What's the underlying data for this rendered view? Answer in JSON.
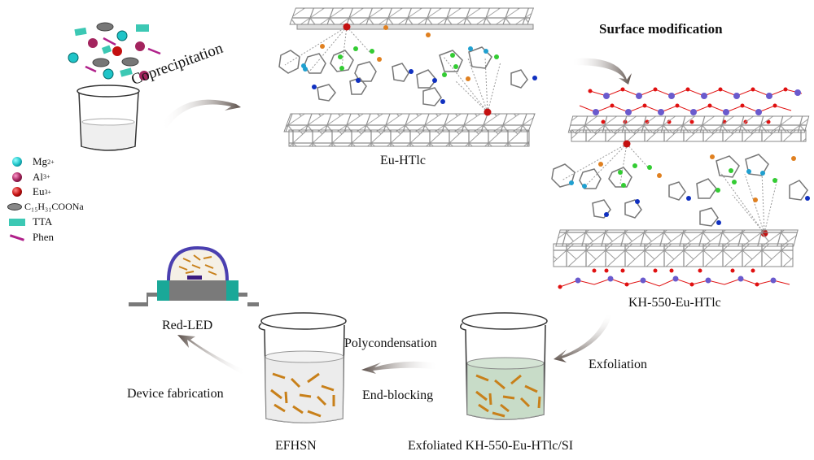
{
  "figure": {
    "steps": {
      "coprecipitation": "Coprecipitation",
      "surface_modification": "Surface modification",
      "exfoliation": "Exfoliation",
      "polycondensation": "Polycondensation",
      "end_blocking": "End-blocking",
      "device_fabrication": "Device fabrication"
    },
    "products": {
      "eu_htlc": "Eu-HTlc",
      "kh550_eu_htlc": "KH-550-Eu-HTlc",
      "exfoliated": "Exfoliated KH-550-Eu-HTlc/SI",
      "efhsn": "EFHSN",
      "red_led": "Red-LED"
    },
    "legend": [
      {
        "label": "Mg",
        "sup": "2+",
        "icon": "cyan-sphere",
        "color": "#1fc4c8"
      },
      {
        "label": "Al",
        "sup": "3+",
        "icon": "magenta-sphere",
        "color": "#a3245e"
      },
      {
        "label": "Eu",
        "sup": "3+",
        "icon": "red-sphere",
        "color": "#c41010"
      },
      {
        "label": "C₁₅H₃₁COONa",
        "sup": "",
        "icon": "gray-ellipse",
        "color": "#777777"
      },
      {
        "label": "TTA",
        "sup": "",
        "icon": "teal-rectangle",
        "color": "#3cc8b4"
      },
      {
        "label": "Phen",
        "sup": "",
        "icon": "magenta-line",
        "color": "#b0208a"
      }
    ],
    "colors": {
      "silane_purple": "#6a5acd",
      "oxygen_red": "#e01010",
      "rod_orange": "#c8801a",
      "solution_green": "#c8dcc8",
      "led_dome": "#4a3fb0",
      "led_teal": "#1aa898"
    }
  }
}
